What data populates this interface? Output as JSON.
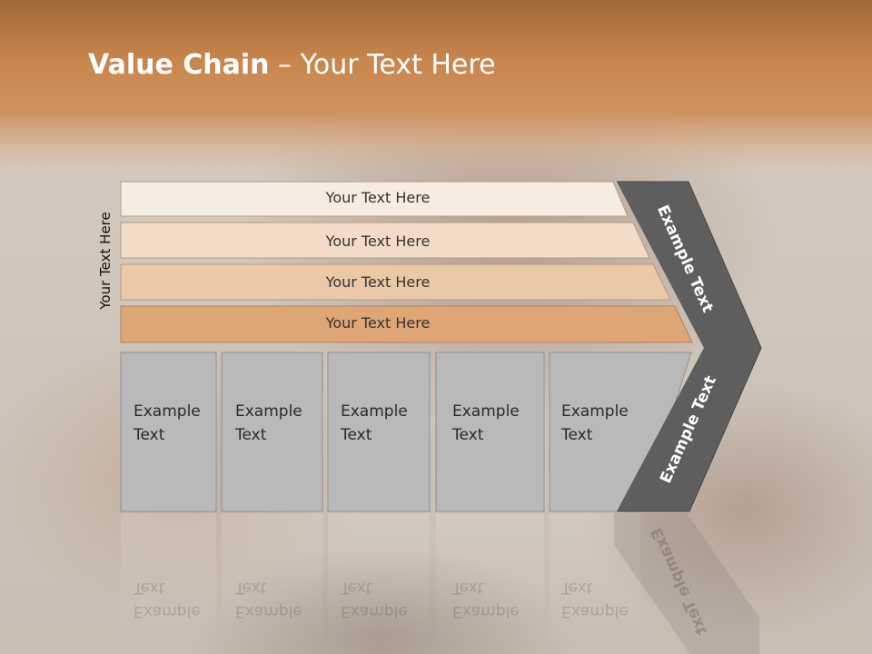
{
  "title": {
    "bold": "Value Chain",
    "rest": " – Your Text Here"
  },
  "side_label": "Your Text Here",
  "rows": [
    {
      "label": "Your Text Here",
      "fill": "#f6ece2"
    },
    {
      "label": "Your Text Here",
      "fill": "#f2dcc8"
    },
    {
      "label": "Your Text Here",
      "fill": "#ebc8a6"
    },
    {
      "label": "Your Text Here",
      "fill": "#dea677"
    }
  ],
  "boxes": [
    {
      "line1": "Example",
      "line2": "Text"
    },
    {
      "line1": "Example",
      "line2": "Text"
    },
    {
      "line1": "Example",
      "line2": "Text"
    },
    {
      "line1": "Example",
      "line2": "Text"
    },
    {
      "line1": "Example",
      "line2": "Text"
    }
  ],
  "chevron": {
    "upper": "Example Text",
    "lower": "Example Text",
    "color": "#5e5e5e"
  },
  "box_color": "#b9b9b9"
}
